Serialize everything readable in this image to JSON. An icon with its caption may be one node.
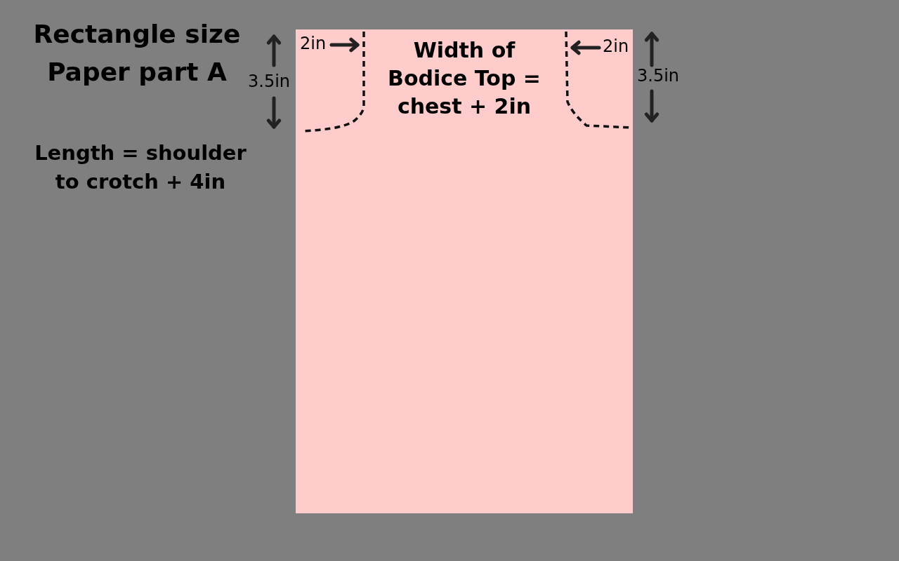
{
  "diagram": {
    "title": "Rectangle size Paper part A",
    "nodes": [
      {
        "text": [
          "Width of Bodice Top = chest + 2in"
        ]
      }
    ],
    "labels": [
      "Length = shoulder to crotch + 4in",
      "2in",
      "3.5in",
      "2in",
      "3.5in"
    ]
  }
}
